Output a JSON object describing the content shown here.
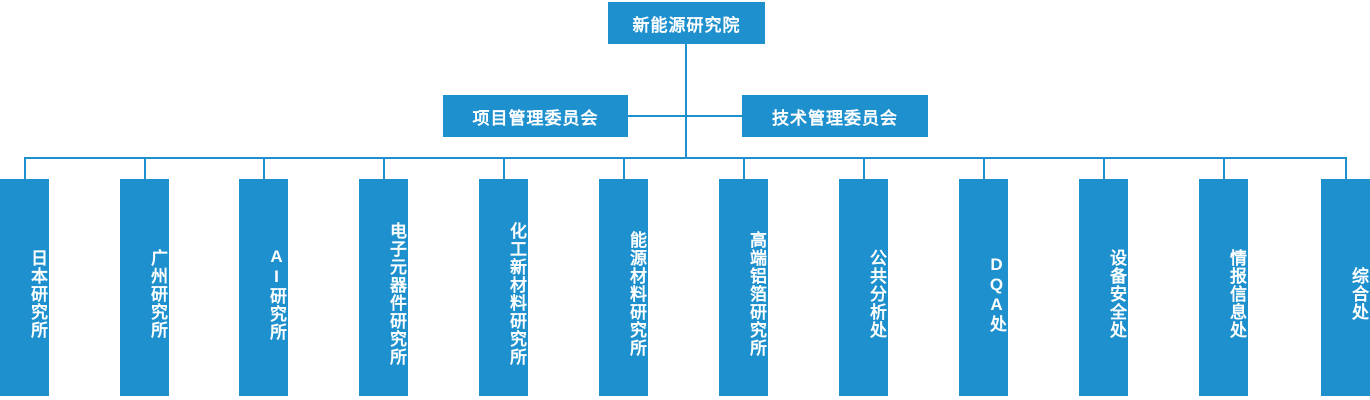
{
  "chart": {
    "title_node": {
      "label": "新能源研究院"
    },
    "committees": [
      {
        "label": "项目管理委员会"
      },
      {
        "label": "技术管理委员会"
      }
    ],
    "units": [
      {
        "label": "日本研究所"
      },
      {
        "label": "广州研究所"
      },
      {
        "label": "AI研究所"
      },
      {
        "label": "电子元器件研究所"
      },
      {
        "label": "化工新材料研究所"
      },
      {
        "label": "能源材料研究所"
      },
      {
        "label": "高端铝箔研究所"
      },
      {
        "label": "公共分析处"
      },
      {
        "label": "DQA处"
      },
      {
        "label": "设备安全处"
      },
      {
        "label": "情报信息处"
      },
      {
        "label": "综合处"
      }
    ],
    "colors": {
      "box_fill": "#1e90cd",
      "box_text": "#ffffff",
      "connector": "#1e90cd",
      "background": "#ffffff"
    }
  }
}
